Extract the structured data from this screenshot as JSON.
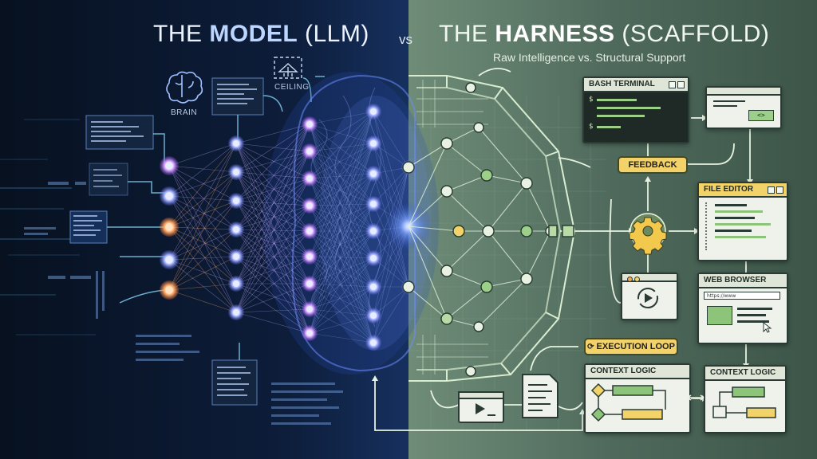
{
  "header": {
    "left_prefix": "THE ",
    "left_bold": "MODEL",
    "left_suffix": " (LLM)",
    "vs": "vs",
    "right_prefix": "THE ",
    "right_bold": "HARNESS",
    "right_suffix": " (SCAFFOLD)",
    "subtitle": "Raw Intelligence vs. Structural Support"
  },
  "model_side": {
    "brain_label": "BRAIN",
    "ceiling_label": "CEILING"
  },
  "harness_side": {
    "bash_terminal": "BASH TERMINAL",
    "bash_prompt": "$",
    "feedback": "FEEDBACK",
    "file_editor": "FILE EDITOR",
    "web_browser": "WEB BROWSER",
    "browser_url": "https://www",
    "execution_loop": "EXECUTION LOOP",
    "context_logic_left": "CONTEXT LOGIC",
    "context_logic_right": "CONTEXT LOGIC",
    "small_window_button": "<>"
  },
  "colors": {
    "model_bg": "#0a1424",
    "harness_bg": "#4e6a5c",
    "neuron_blue": "#8fa8ff",
    "neuron_orange": "#ffb070",
    "accent_yellow": "#f2d36a",
    "node_green": "#9ccf8a"
  }
}
